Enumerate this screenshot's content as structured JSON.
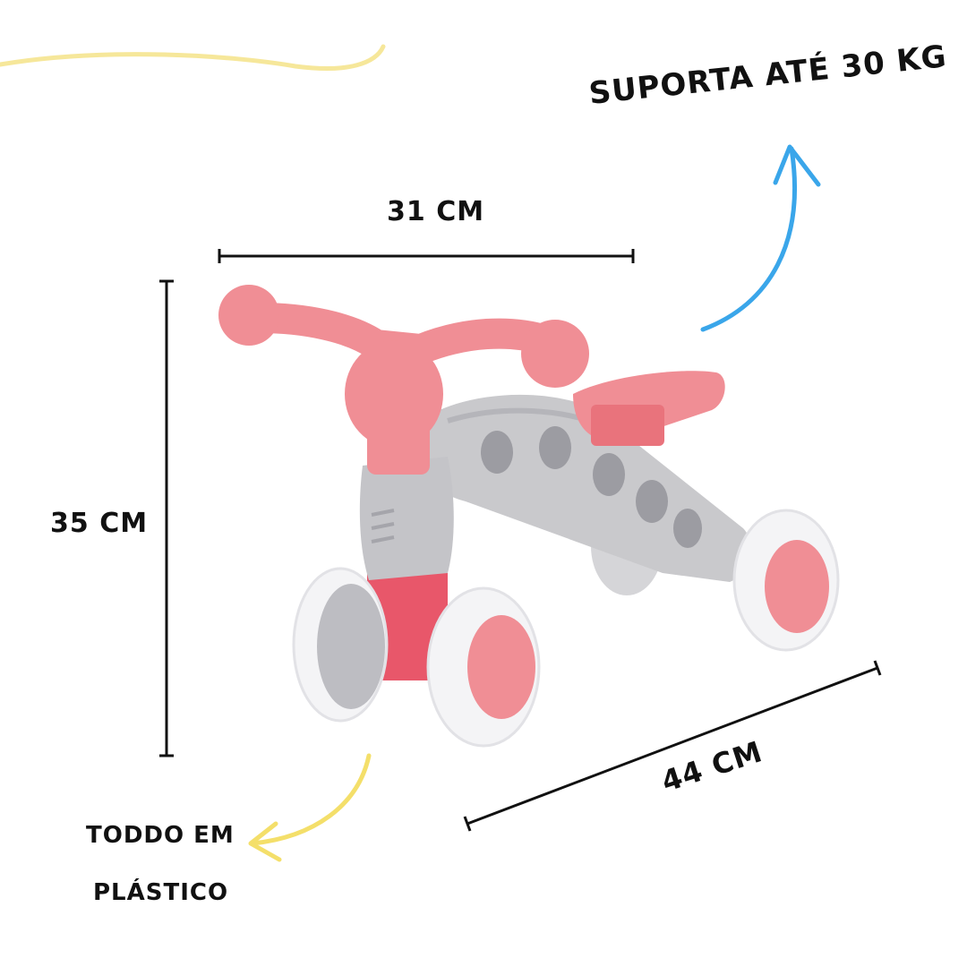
{
  "labels": {
    "capacity": "SUPORTA ATÉ 30 KG",
    "width": "31 CM",
    "height": "35 CM",
    "length": "44 CM",
    "material_line1": "TODDO EM",
    "material_line2": "PLÁSTICO"
  },
  "colors": {
    "pink": "#f08e95",
    "pink_dark": "#e9737c",
    "red_post": "#e8576a",
    "gray": "#c9c9cc",
    "gray_dark": "#a8a8ad",
    "tire": "#f4f4f6",
    "ink": "#111111",
    "arrow_blue": "#3aa6ea",
    "arrow_yellow": "#f4df6a",
    "squiggle_yellow": "#f6e79a"
  },
  "icons": {
    "capacity_arrow": "curved-arrow-up-icon",
    "material_arrow": "curved-arrow-left-icon"
  }
}
